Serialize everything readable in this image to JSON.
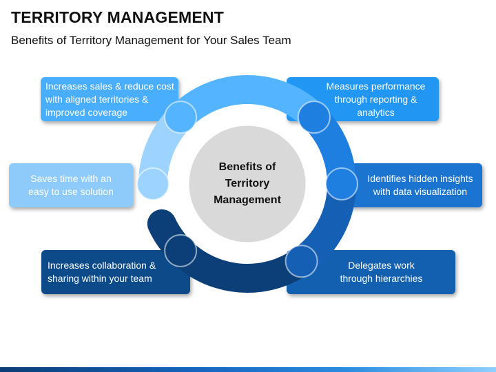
{
  "header": {
    "title": "TERRITORY MANAGEMENT",
    "subtitle": "Benefits of Territory Management for Your Sales Team"
  },
  "center": {
    "lines": [
      "Benefits of",
      "Territory",
      "Management"
    ]
  },
  "benefits": [
    {
      "lines": [
        "Increases sales & reduce cost",
        "with aligned territories &",
        "improved coverage"
      ],
      "color": "#4aaeff"
    },
    {
      "lines": [
        "Measures performance",
        "through reporting &",
        "analytics"
      ],
      "color": "#2196f3"
    },
    {
      "lines": [
        "Saves time with an",
        "easy to use solution"
      ],
      "color": "#8ecbfb"
    },
    {
      "lines": [
        "Identifies hidden insights",
        "with data visualization"
      ],
      "color": "#1b74d0"
    },
    {
      "lines": [
        "Increases collaboration &",
        "sharing within your team"
      ],
      "color": "#0d4a8a"
    },
    {
      "lines": [
        "Delegates work",
        "through hierarchies"
      ],
      "color": "#1460b0"
    }
  ],
  "ring_colors": {
    "top": "#55b4ff",
    "right": "#1e7fe0",
    "bottom": "#155fb4",
    "left_bottom": "#0c3f78",
    "left": "#9dd4ff",
    "hub": "#d9d9d9"
  }
}
